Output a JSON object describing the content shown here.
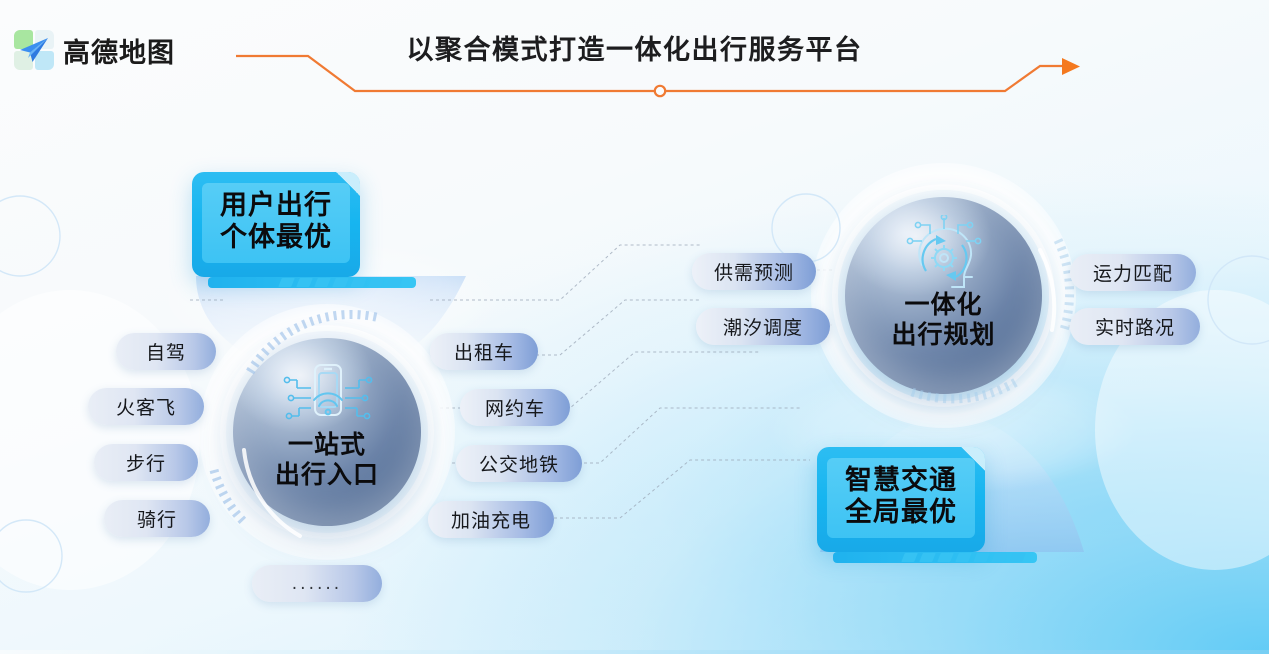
{
  "header": {
    "logo_text": "高德地图",
    "logo_icon": "amap-paper-plane-icon",
    "title": "以聚合模式打造一体化出行服务平台",
    "accent_color": "#f07a33"
  },
  "banners": {
    "top_left": {
      "line1": "用户出行",
      "line2": "个体最优"
    },
    "bottom_right": {
      "line1": "智慧交通",
      "line2": "全局最优"
    }
  },
  "spheres": {
    "left": {
      "line1": "一站式",
      "line2": "出行入口",
      "icon": "phone-wifi-circuit-icon"
    },
    "right": {
      "line1": "一体化",
      "line2": "出行规划",
      "icon": "ai-brain-gear-icon"
    }
  },
  "pills": {
    "left_group": [
      {
        "label": "自驾"
      },
      {
        "label": "火客飞"
      },
      {
        "label": "步行"
      },
      {
        "label": "骑行"
      }
    ],
    "bottom_group": [
      {
        "label": "......"
      }
    ],
    "center_group": [
      {
        "label": "出租车"
      },
      {
        "label": "网约车"
      },
      {
        "label": "公交地铁"
      },
      {
        "label": "加油充电"
      }
    ],
    "mid_group": [
      {
        "label": "供需预测"
      },
      {
        "label": "潮汐调度"
      }
    ],
    "right_group": [
      {
        "label": "运力匹配"
      },
      {
        "label": "实时路况"
      }
    ]
  }
}
